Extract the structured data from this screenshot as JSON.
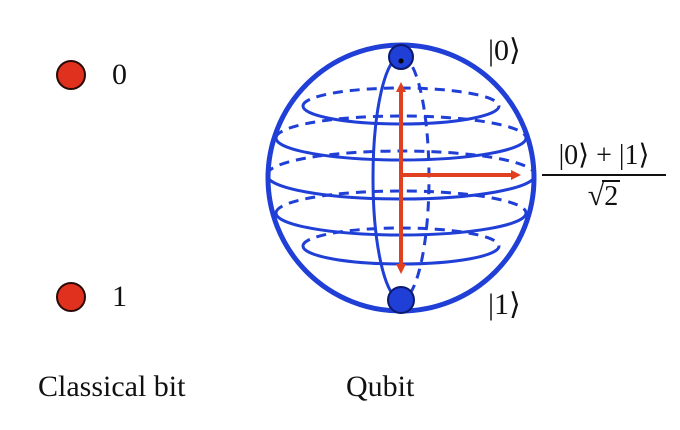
{
  "classical": {
    "state0_label": "0",
    "state1_label": "1",
    "caption": "Classical bit"
  },
  "qubit": {
    "caption": "Qubit",
    "ket0": "|0⟩",
    "ket1": "|1⟩",
    "superposition_numerator": "|0⟩ + |1⟩",
    "superposition_radical": "√",
    "superposition_radicand": "2"
  },
  "colors": {
    "classical_dot": "#e0301e",
    "sphere": "#1f3fd6",
    "pole": "#1f3fd6",
    "arrow": "#e0401f"
  }
}
